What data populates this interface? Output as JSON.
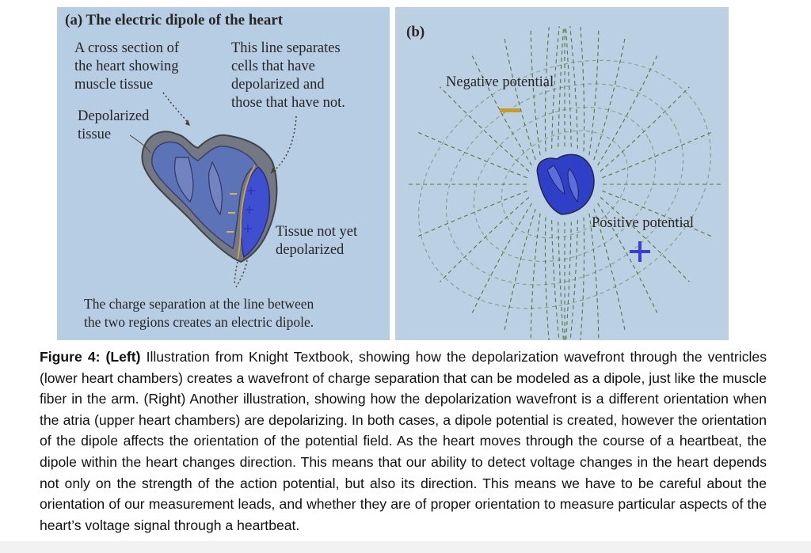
{
  "panel_a": {
    "title": "(a) The electric dipole of the heart",
    "label_cross_section": "A cross section of\nthe heart showing\nmuscle tissue",
    "label_line": "This line separates\ncells that have\ndepolarized and\nthose that have not.",
    "label_depolarized": "Depolarized\ntissue",
    "label_not_yet": "Tissue not yet\ndepolarized",
    "bottom_note": "The charge separation at the line between\nthe two regions creates an electric dipole."
  },
  "panel_b": {
    "title": "(b)",
    "label_negative": "Negative potential",
    "label_positive": "Positive potential"
  },
  "caption": {
    "label": "Figure 4:",
    "left_tag": "(Left)",
    "right_tag": "(Right)",
    "text_1": "Illustration from Knight Textbook, showing how the depolarization wavefront through the ventricles (lower heart chambers) creates a wavefront of charge separation that can be modeled as a dipole, just like the muscle fiber in the arm.",
    "text_2": "Another illustration, showing how the depolarization wavefront is a different orientation when the atria (upper heart chambers) are depolarizing. In both cases, a dipole potential is created, however the orientation of the dipole affects the orientation of the potential field. As the heart moves through the course of a heartbeat, the dipole within the heart changes direction. This means that our ability to detect voltage changes in the heart depends not only on the strength of the action potential, but also its direction. This means we have to be careful about the orientation of our measurement leads, and whether they are of proper orientation to measure particular aspects of the heart’s voltage signal through a heartbeat."
  },
  "colors": {
    "panel_bg": "#b6cde3",
    "heart_wall": "#6b7078",
    "depolarized": "#5a6fb3",
    "not_depolarized": "#3d4ec9",
    "field_lines": "#4f7a3c",
    "minus_marker": "#c99a2a",
    "plus_marker": "#3b3fd1"
  }
}
